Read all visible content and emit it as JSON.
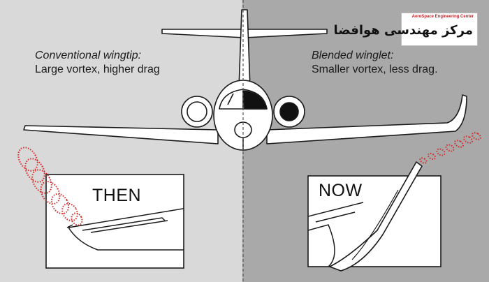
{
  "left_caption": {
    "title": "Conventional wingtip:",
    "subtitle": "Large vortex, higher drag"
  },
  "right_caption": {
    "title": "Blended winglet:",
    "subtitle": "Smaller vortex, less drag."
  },
  "panels": {
    "then_label": "THEN",
    "now_label": "NOW"
  },
  "logo": {
    "english": "AeroSpace Engineering Center",
    "farsi": "مرکز مهندسی هوافضا"
  },
  "colors": {
    "left_background": "#d9d9d9",
    "right_background": "#a9a9a9",
    "vortex": "#d42a2a",
    "outline": "#1a1a1a",
    "aircraft_fill": "#ffffff"
  }
}
